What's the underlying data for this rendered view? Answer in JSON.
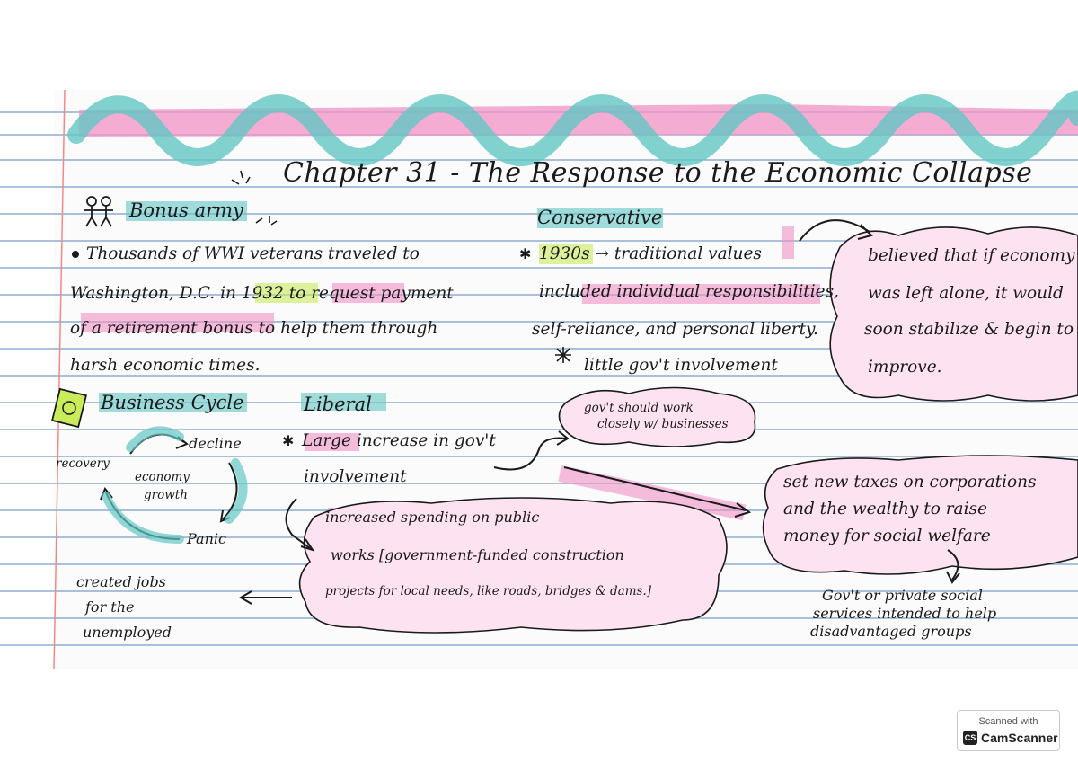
{
  "title": "Chapter 31 - The Response to the Economic Collapse",
  "bonus_army": {
    "heading": "Bonus army",
    "lines": [
      "Thousands of WWI veterans traveled to",
      "Washington, D.C. in 1932 to request payment",
      "of a retirement bonus to help them through",
      "harsh economic times."
    ]
  },
  "business_cycle": {
    "heading": "Business Cycle",
    "decline": "decline",
    "recovery": "recovery",
    "economy": "economy",
    "growth": "growth",
    "panic": "Panic"
  },
  "conservative": {
    "heading": "Conservative",
    "lines": [
      "1930s → traditional values",
      "included individual responsibilities,",
      "self-reliance, and personal liberty.",
      "little gov't involvement"
    ],
    "cloud": [
      "believed that if economy",
      "was left alone, it would",
      "soon stabilize & begin to",
      "improve."
    ]
  },
  "liberal": {
    "heading": "Liberal",
    "lines": [
      "Large increase in gov't",
      "involvement"
    ],
    "cloud_business": [
      "gov't should work",
      "closely w/ businesses"
    ],
    "cloud_works": [
      "increased spending on public",
      "works [government-funded construction",
      "projects for local needs, like roads, bridges & dams.]"
    ],
    "cloud_taxes": [
      "set new taxes on corporations",
      "and the wealthy to raise",
      "money for social welfare"
    ],
    "social_welfare_def": [
      "Gov't or private social",
      "services intended to help",
      "disadvantaged groups"
    ],
    "jobs": [
      "created jobs",
      "for the",
      "unemployed"
    ]
  },
  "camscanner": {
    "line1": "Scanned with",
    "line2": "CamScanner"
  },
  "colors": {
    "pink": "#f291c6",
    "teal": "#63c7c4",
    "green": "#c8ec5a",
    "blue_rule": "#4d7fb3",
    "red_margin": "#f08a8a"
  }
}
